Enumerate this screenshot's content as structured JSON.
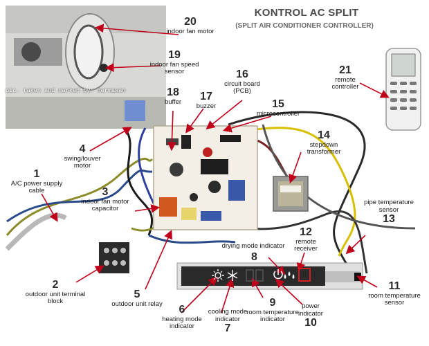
{
  "title": "KONTROL AC SPLIT",
  "subtitle": "(SPLIT AIR CONDITIONER CONTROLLER)",
  "watermark": "pic. taken and marked by: hermawan",
  "display_icons": {
    "heat": "sun-icon",
    "cool": "snowflake-icon",
    "power": "power-icon",
    "dry": "drop-icon"
  },
  "colors": {
    "arrow": "#c0001a",
    "board": "#f3efe6",
    "display_panel": "#2a2a2a"
  },
  "labels": [
    {
      "id": "1",
      "num": "1",
      "text": "A/C power supply cable"
    },
    {
      "id": "2",
      "num": "2",
      "text": "outdoor unit terminal block"
    },
    {
      "id": "3",
      "num": "3",
      "text": "indoor fan motor capacitor"
    },
    {
      "id": "4",
      "num": "4",
      "text": "swing/louver motor"
    },
    {
      "id": "5",
      "num": "5",
      "text": "outdoor unit relay"
    },
    {
      "id": "6",
      "num": "6",
      "text": "heating mode indicator"
    },
    {
      "id": "7",
      "num": "7",
      "text": "cooling mode indicator"
    },
    {
      "id": "8",
      "num": "8",
      "text": "drying mode indicator"
    },
    {
      "id": "9",
      "num": "9",
      "text": "room temperature indicator"
    },
    {
      "id": "10",
      "num": "10",
      "text": "power indicator"
    },
    {
      "id": "11",
      "num": "11",
      "text": "room temperature sensor"
    },
    {
      "id": "12",
      "num": "12",
      "text": "remote receiver"
    },
    {
      "id": "13",
      "num": "13",
      "text": "pipe temperature sensor"
    },
    {
      "id": "14",
      "num": "14",
      "text": "stepdown transformer"
    },
    {
      "id": "15",
      "num": "15",
      "text": "microcontroller"
    },
    {
      "id": "16",
      "num": "16",
      "text": "circuit board (PCB)"
    },
    {
      "id": "17",
      "num": "17",
      "text": "buzzer"
    },
    {
      "id": "18",
      "num": "18",
      "text": "buffer"
    },
    {
      "id": "19",
      "num": "19",
      "text": "indoor fan speed sensor"
    },
    {
      "id": "20",
      "num": "20",
      "text": "indoor fan motor"
    },
    {
      "id": "21",
      "num": "21",
      "text": "remote controller"
    }
  ]
}
